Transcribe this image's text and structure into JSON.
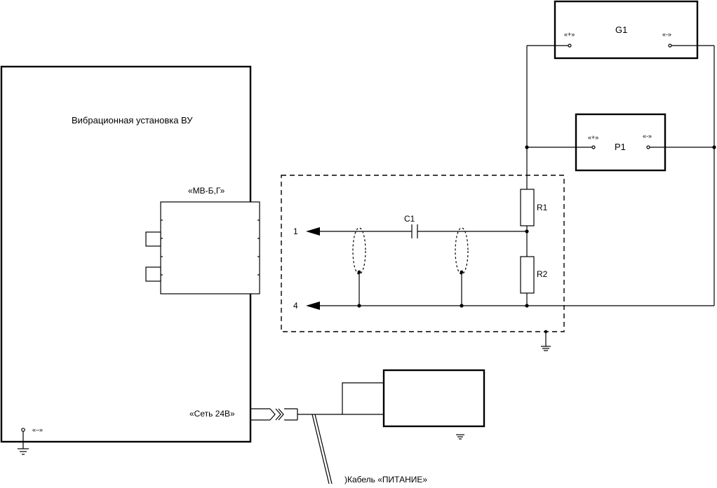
{
  "labels": {
    "vu_title": "Вибрационная установка ВУ",
    "mvb_label": "«МВ-Б,Г»",
    "net_label": "«Сеть 24В»",
    "vu_ground_label": "«–»",
    "g1": "G1",
    "g1_plus": "«+»",
    "g1_minus": "«-»",
    "p1": "P1",
    "p1_plus": "«+»",
    "p1_minus": "«-»",
    "c1": "C1",
    "r1": "R1",
    "r2": "R2",
    "pin1": "1",
    "pin4": "4",
    "power_plug": ")Кабель «ПИТАНИЕ»"
  }
}
